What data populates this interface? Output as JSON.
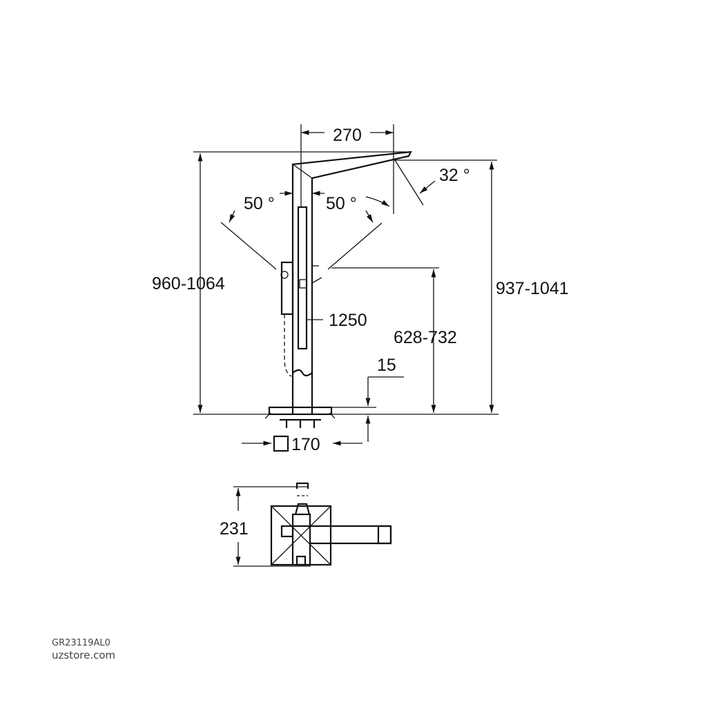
{
  "drawing": {
    "dimensions": {
      "spout_reach": "270",
      "spout_angle": "32 °",
      "swivel_left": "50 °",
      "swivel_right": "50 °",
      "total_height": "960-1064",
      "spout_height": "937-1041",
      "handle_height": "628-732",
      "hose_length": "1250",
      "base_height": "15",
      "base_size": "170",
      "depth": "231"
    }
  },
  "footer": {
    "product_code": "GR23119AL0",
    "website": "uzstore.com"
  },
  "colors": {
    "line": "#111111",
    "footer_text": "#444444",
    "background": "#ffffff"
  }
}
